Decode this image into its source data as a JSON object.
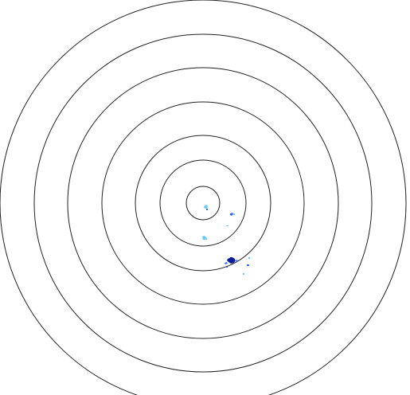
{
  "map": {
    "type": "radar-range-rings",
    "ring_count": 7,
    "ring_color": "#222222",
    "background_color": "#ffffff"
  },
  "echoes": {
    "palette": {
      "light": "#66ccff",
      "medium": "#3366ff",
      "strong": "#0a1f99"
    },
    "cells": [
      {
        "id": "echo-center-1",
        "level": "light"
      },
      {
        "id": "echo-center-2",
        "level": "medium"
      },
      {
        "id": "echo-east-1",
        "level": "medium"
      },
      {
        "id": "echo-east-2",
        "level": "light"
      },
      {
        "id": "echo-east-3",
        "level": "light"
      },
      {
        "id": "echo-south-1",
        "level": "light"
      },
      {
        "id": "echo-south-2",
        "level": "light"
      },
      {
        "id": "echo-southeast-core",
        "level": "strong"
      },
      {
        "id": "echo-southeast-2",
        "level": "medium"
      },
      {
        "id": "echo-southeast-3",
        "level": "medium"
      },
      {
        "id": "echo-southeast-4",
        "level": "light"
      },
      {
        "id": "echo-southeast-5",
        "level": "medium"
      },
      {
        "id": "echo-southeast-6",
        "level": "strong"
      },
      {
        "id": "echo-southeast-7",
        "level": "light"
      },
      {
        "id": "echo-southeast-8",
        "level": "medium"
      }
    ]
  }
}
